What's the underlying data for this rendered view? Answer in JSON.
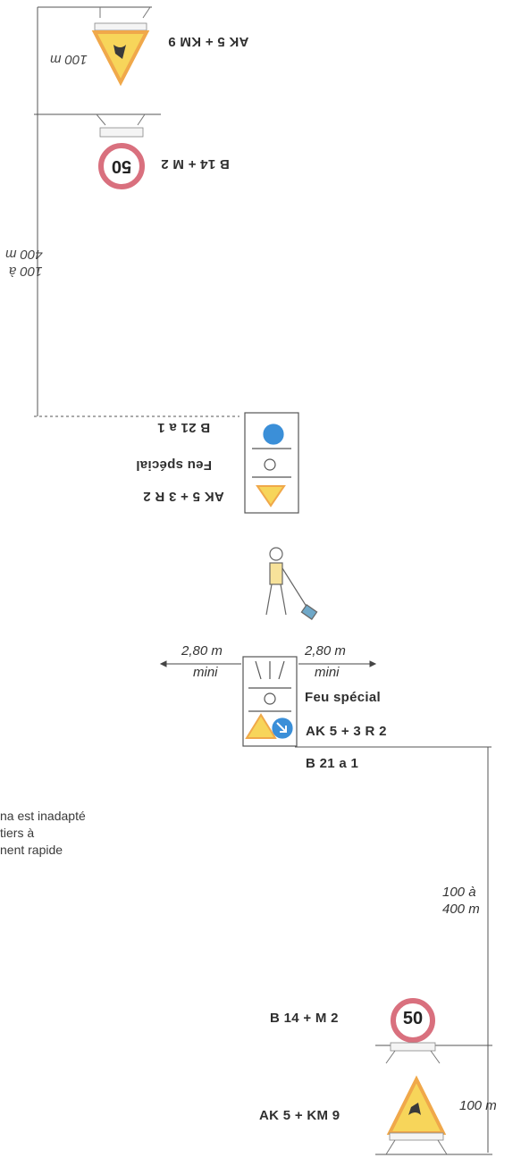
{
  "lower_right": {
    "label_block_1": "Feu spécial",
    "label_block_2": "AK 5 + 3 R 2",
    "label_block_3": "B 21 a 1",
    "label_b14": "B 14 + M 2",
    "label_ak5": "AK 5 + KM 9",
    "sign_speed": "50",
    "dist_100_400_line1": "100 à",
    "dist_100_400_line2": "400 m",
    "dist_100": "100 m"
  },
  "lane_width": {
    "left_value": "2,80 m",
    "left_min": "mini",
    "right_value": "2,80 m",
    "right_min": "mini"
  },
  "note": {
    "line1": "na est inadapté",
    "line2": "tiers à",
    "line3": "nent rapide"
  },
  "upper_inverted": {
    "label_ak5": "AK 5 + KM 9",
    "label_b14": "B 14 + M 2",
    "label_block_1": "B 21 a 1",
    "label_block_2": "Feu spécial",
    "label_block_3": "AK 5 + 3 R 2",
    "sign_speed": "50",
    "dist_100": "100 m",
    "dist_400_line1": "400 m",
    "dist_400_line2": "100 à"
  },
  "colors": {
    "sign_red": "#d9707e",
    "sign_orange": "#f0a84a",
    "sign_yellow": "#f7d55a",
    "mandatory_blue": "#3b8fd8",
    "line": "#555555"
  }
}
